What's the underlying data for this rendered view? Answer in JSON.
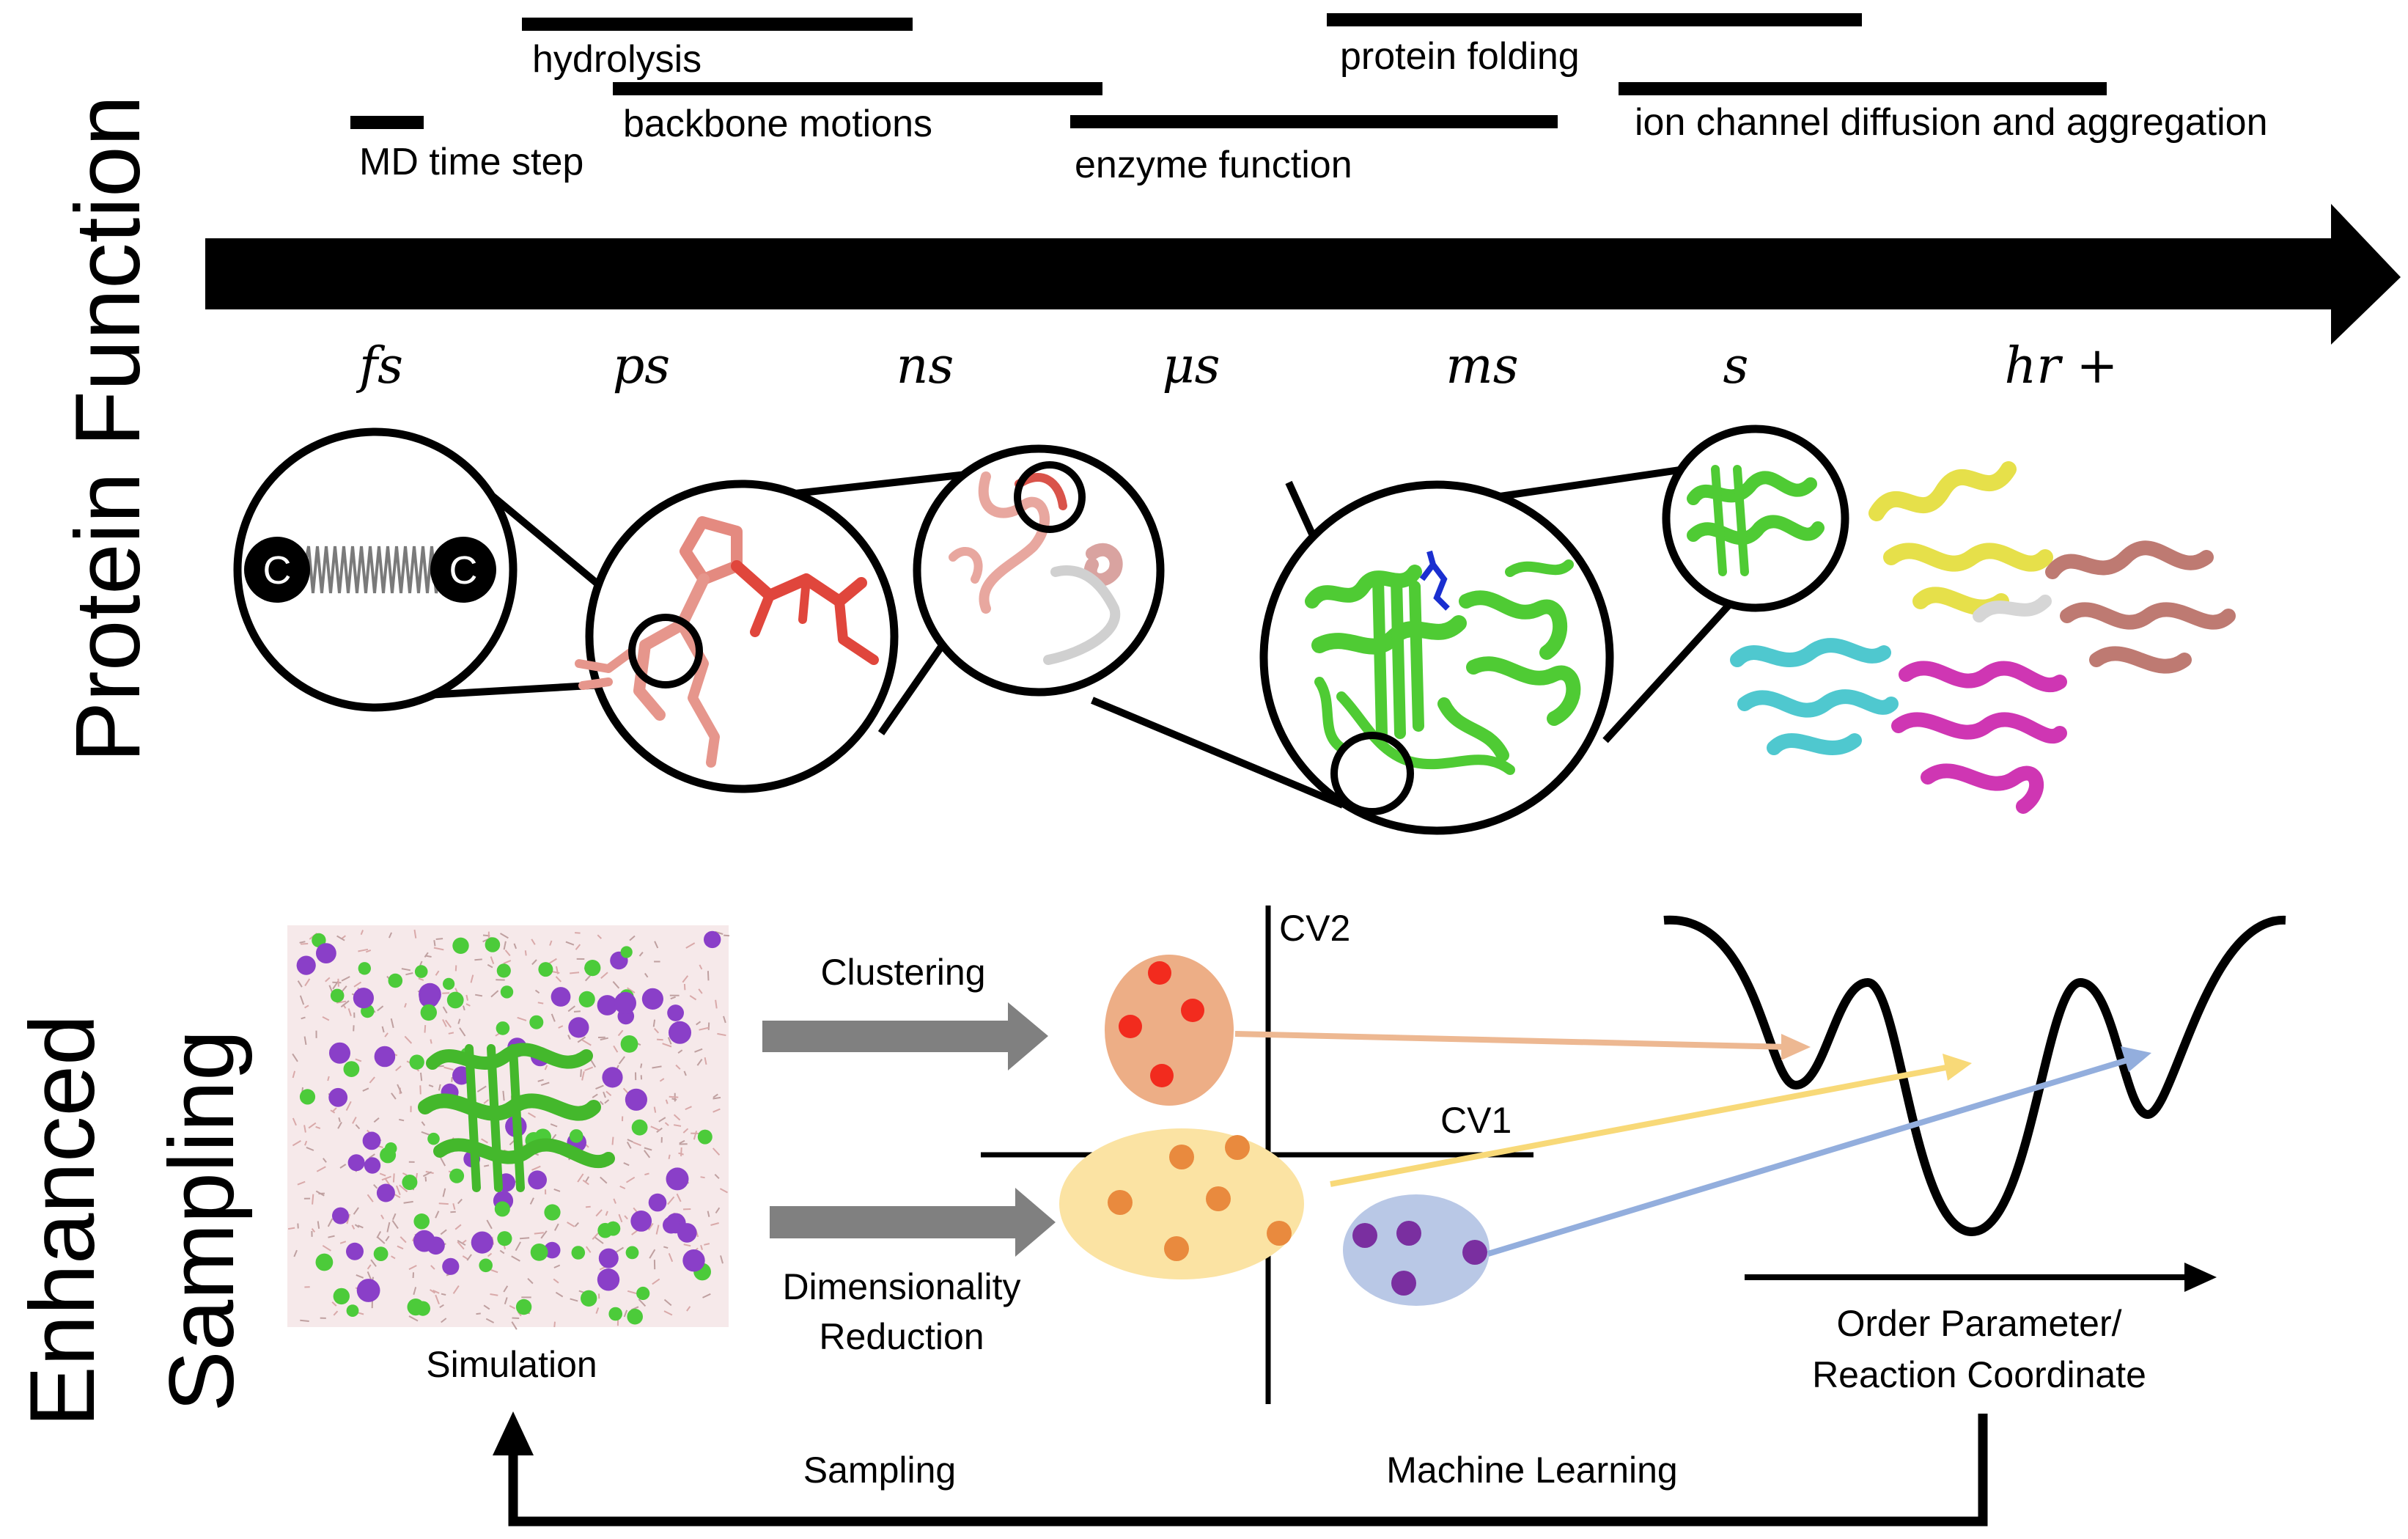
{
  "side_titles": {
    "top": "Protein Function",
    "bottom_line1": "Enhanced",
    "bottom_line2": "Sampling"
  },
  "timescale_bars": [
    {
      "label": "MD time step"
    },
    {
      "label": "hydrolysis"
    },
    {
      "label": "backbone motions"
    },
    {
      "label": "enzyme function"
    },
    {
      "label": "protein folding"
    },
    {
      "label": "ion channel diffusion and aggregation"
    }
  ],
  "time_units": [
    "fs",
    "ps",
    "ns",
    "μs",
    "ms",
    "s",
    "hr +"
  ],
  "atom_label": "C",
  "workflow": {
    "simulation": "Simulation",
    "clustering": "Clustering",
    "dim_reduction_line1": "Dimensionality",
    "dim_reduction_line2": "Reduction",
    "cv1": "CV1",
    "cv2": "CV2",
    "order_param_line1": "Order Parameter/",
    "order_param_line2": "Reaction Coordinate",
    "sampling": "Sampling",
    "machine_learning": "Machine Learning"
  },
  "colors": {
    "cluster_red_fill": "#EDAE86",
    "cluster_red_dot": "#F22B1E",
    "cluster_yellow_fill": "#FBE3A3",
    "cluster_yellow_dot": "#E98A3E",
    "cluster_blue_fill": "#B9C8E6",
    "cluster_blue_dot": "#7A2FA0",
    "arrow_orange": "#EDB892",
    "arrow_yellow": "#F8D978",
    "arrow_blue": "#93AEDD",
    "protein_green": "#4FCB34",
    "protein_yellow": "#E6E04A",
    "protein_cyan": "#4FC8CF",
    "protein_magenta": "#CF36B3",
    "protein_salmon": "#BE7A72",
    "gray_arrow": "#808080"
  }
}
